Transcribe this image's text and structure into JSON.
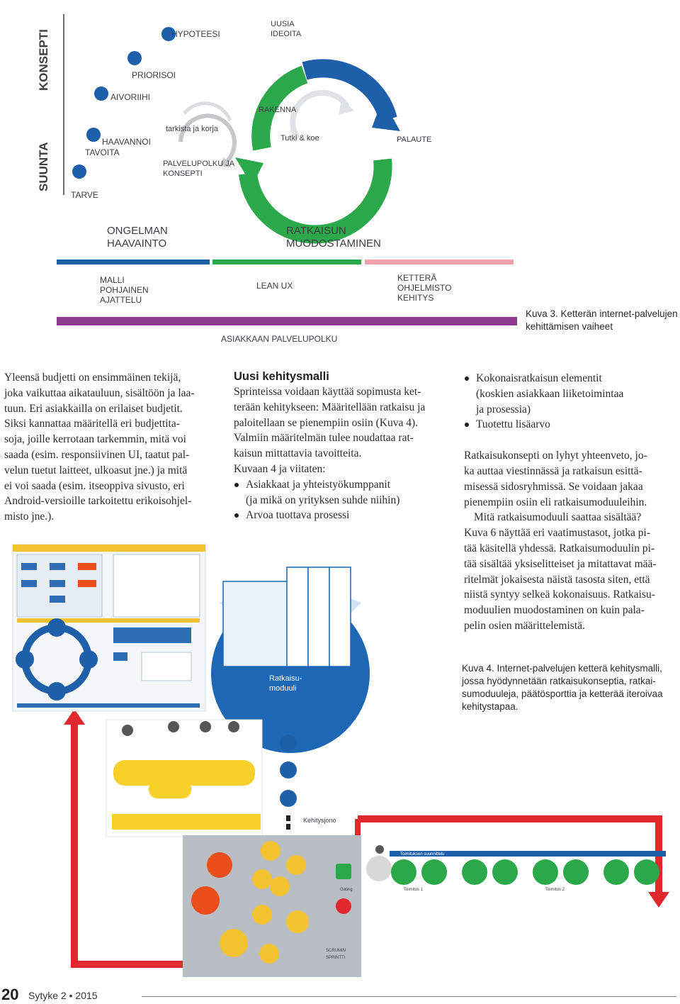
{
  "figure3": {
    "axis_y_top": "KONSEPTI",
    "axis_y_bottom": "SUUNTA",
    "left_items": [
      "HYPOTEESI",
      "PRIORISOI",
      "AIVORIIHI",
      "HAAVANNOI",
      "TAVOITA",
      "TARVE"
    ],
    "cycle_left_label": "tarkista ja korja",
    "cycle_left_sub": "PALVELUPOLKU JA",
    "cycle_left_sub2": "KONSEPTI",
    "uudet": "UUSIA",
    "ideoita": "IDEOITA",
    "rakenna": "RAKENNA",
    "tutki": "Tutki & koe",
    "palaute": "PALAUTE",
    "ongelman": "ONGELMAN",
    "haavainto": "HAAVAINTO",
    "ratkaisun": "RATKAISUN",
    "muodostaminen": "MUODOSTAMINEN",
    "malli": "MALLI",
    "pohjainen": "POHJAINEN",
    "ajattelu": "AJATTELU",
    "lean_ux": "LEAN UX",
    "kettera": "KETTERÄ",
    "ohjelmisto": "OHJELMISTO",
    "kehitys": "KEHITYS",
    "asiakkaan": "ASIAKKAAN PALVELUPOLKU",
    "colors": {
      "blue": "#1d5fa8",
      "green": "#2aa84a",
      "red": "#e8514b",
      "purple": "#8b3a8f",
      "pink": "#f2a2a8"
    }
  },
  "caption3": "Kuva 3. Ketterän internet-palvelujen kehittämisen vaiheet",
  "col1": {
    "lines": [
      "Yleensä budjetti on ensimmäinen tekijä,",
      "joka vaikuttaa aikatauluun, sisältöön ja laa-",
      "tuun. Eri asiakkailla on erilaiset budjetit.",
      "Siksi kannattaa määritellä eri budjettita-",
      "soja, joille kerrotaan tarkemmin, mitä voi",
      "saada (esim. responsiivinen UI, taatut pal-",
      "velun tuetut laitteet, ulkoasut jne.) ja mitä",
      "ei voi saada (esim. itseoppiva sivusto, eri",
      "Android-versioille tarkoitettu erikoisohjel-",
      "misto jne.)."
    ]
  },
  "col2": {
    "heading": "Uusi kehitysmalli",
    "lines": [
      "Sprinteissa voidaan käyttää sopimusta ket-",
      "terään kehitykseen: Määritellään ratkaisu ja",
      "paloitellaan se pienempiin osiin (Kuva 4).",
      "Valmiin määritelmän tulee noudattaa rat-",
      "kaisun mittattavia tavoitteita.",
      "Kuvaan 4 ja viitaten:"
    ],
    "bullets": [
      [
        "Asiakkaat ja yhteistyökumppanit",
        "(ja mikä on yrityksen suhde niihin)"
      ],
      [
        "Arvoa tuottava prosessi"
      ]
    ]
  },
  "col3": {
    "bullets": [
      [
        "Kokonaisratkaisun elementit",
        "(koskien asiakkaan liiketoimintaa",
        "ja prosessia)"
      ],
      [
        "Tuotettu lisäarvo"
      ]
    ],
    "para1": [
      "Ratkaisukonsepti on lyhyt yhteenveto, jo-",
      "ka auttaa viestinnässä ja ratkaisun esittä-",
      "misessä sidosryhmissä. Se voidaan jakaa",
      "pienempiin osiin eli ratkaisumoduuleihin."
    ],
    "para2": [
      "Mitä ratkaisumoduuli saattaa sisältää?",
      "Kuva 6 näyttää eri vaatimustasot, jotka pi-",
      "tää käsitellä yhdessä. Ratkaisumoduulin pi-",
      "tää sisältää yksiselitteiset ja mitattavat mää-",
      "ritelmät jokaisesta näistä tasosta siten, että",
      "niistä syntyy selkeä kokonaisuus. Ratkaisu-",
      "moduulien muodostaminen on kuin pala-",
      "pelin osien määrittelemistä."
    ]
  },
  "caption4": [
    "Kuva 4. Internet-palvelujen ketterä kehitysmalli,",
    "jossa hyödynnetään ratkaisukonseptia, ratkai-",
    "sumoduuleja, päätösporttia ja ketterää iteroivaa",
    "kehitystapaa."
  ],
  "figure4": {
    "sphere_label1": "Ratkaisu-",
    "sphere_label2": "moduuli",
    "kehitysjono": "Kehitysjono",
    "gating": "Gating",
    "scrum": "SCRUMIN",
    "sprintti": "SPRINTTI",
    "toimitus": "Toimitus 1",
    "toimitus2": "Toimitus 2",
    "toiminnallisuus": "Toimituksen suunnittelu"
  },
  "footer": {
    "page": "20",
    "journal": "Sytyke 2 • 2015"
  }
}
